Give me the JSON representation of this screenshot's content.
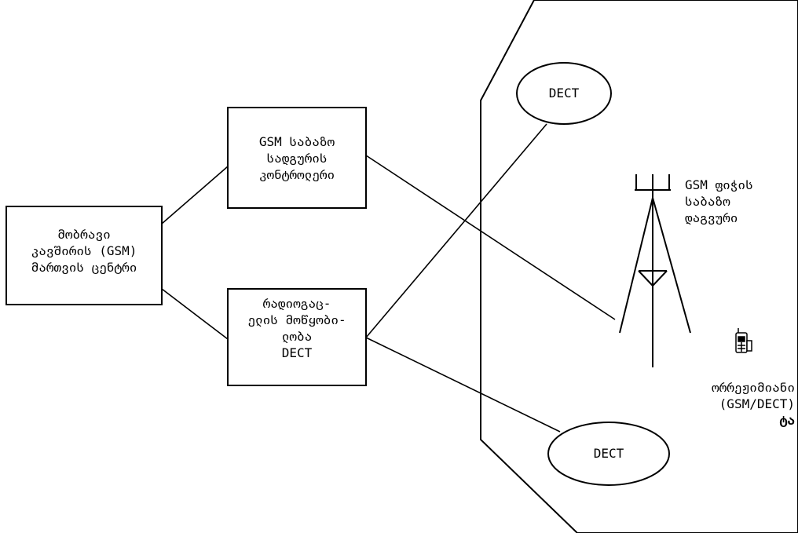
{
  "colors": {
    "stroke": "#000000",
    "background": "#ffffff"
  },
  "nodes": {
    "msc": {
      "lines": [
        "მობრავი",
        "კავშირის (GSM)",
        "მართვის ცენტრი"
      ]
    },
    "bsc": {
      "lines": [
        "GSM საბაზო",
        "სადგურის",
        "კონტროლერი"
      ]
    },
    "dect_equipment": {
      "lines": [
        "რადიოგაც-",
        "ელის მოწყობი-",
        "ლობა",
        "DECT"
      ]
    },
    "dect_top": {
      "label": "DECT"
    },
    "dect_bottom": {
      "label": "DECT"
    },
    "bts": {
      "lines": [
        "GSM ფიჭის",
        "საბაზო",
        "დაგვური"
      ]
    },
    "handset": {
      "icon": "mobile-phone-icon",
      "lines": [
        "ორრეჟიმიანი",
        "(GSM/DECT)",
        "ტა"
      ]
    }
  }
}
